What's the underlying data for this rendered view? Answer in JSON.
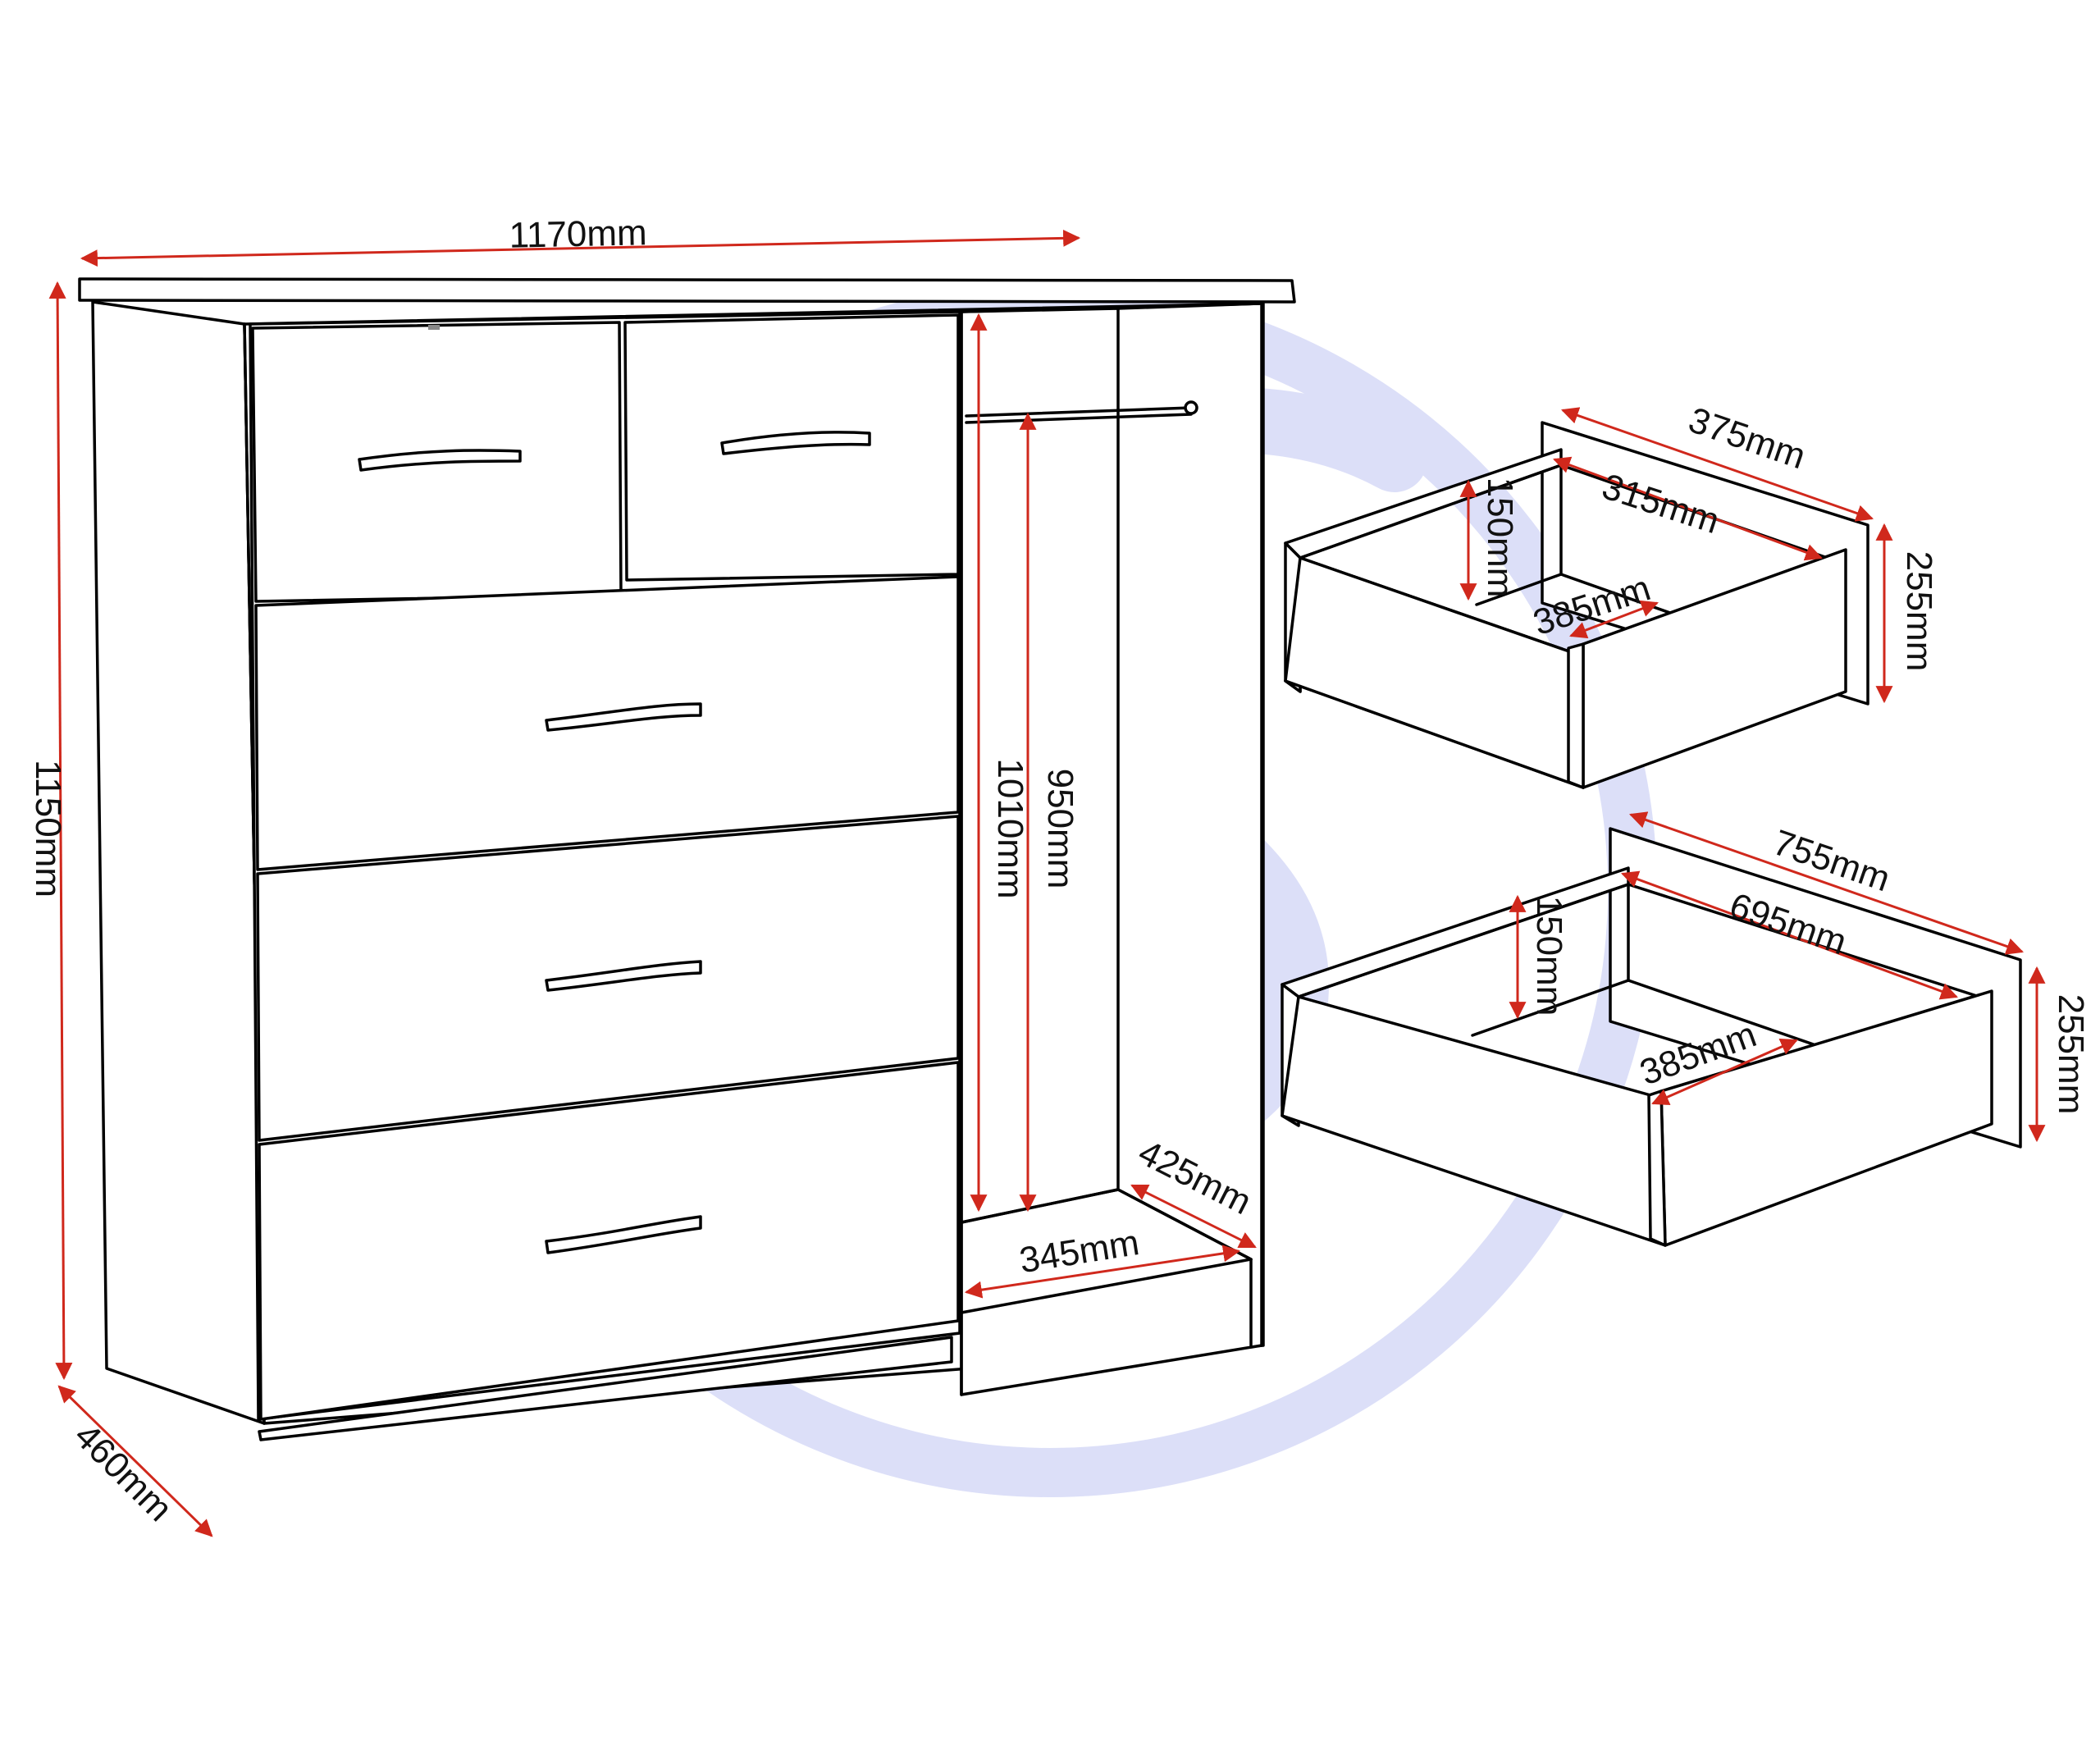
{
  "colors": {
    "outline": "#000000",
    "dimension_arrow": "#d0281c",
    "watermark": "#dcdff8",
    "background": "#ffffff"
  },
  "watermark": {
    "icon": "s-logo-watermark-icon"
  },
  "chest": {
    "width_label": "1170mm",
    "height_label": "1150mm",
    "depth_label": "460mm",
    "interior_height_label": "1010mm",
    "rail_height_label": "950mm",
    "interior_depth_label": "425mm",
    "interior_width_label": "345mm"
  },
  "small_drawer": {
    "outer_depth_label": "375mm",
    "inner_depth_label": "315mm",
    "inner_height_label": "150mm",
    "inner_width_label": "385mm",
    "front_height_label": "255mm"
  },
  "large_drawer": {
    "outer_depth_label": "755mm",
    "inner_depth_label": "695mm",
    "inner_height_label": "150mm",
    "inner_width_label": "385mm",
    "front_height_label": "255mm"
  }
}
